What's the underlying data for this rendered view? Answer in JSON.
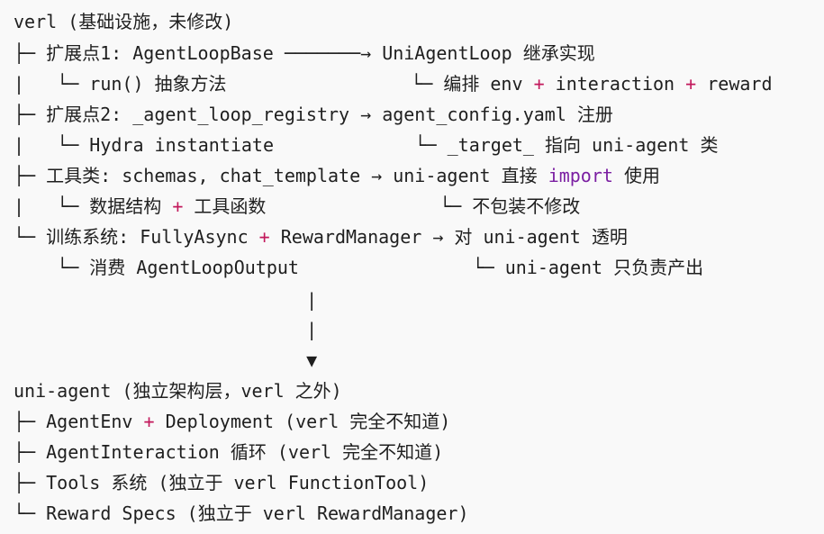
{
  "colors": {
    "text": "#1f1f1f",
    "operator": "#c2185b",
    "keyword": "#7b1fa2",
    "background": "#f9f9f9"
  },
  "lines": [
    {
      "segments": [
        {
          "t": "verl (基础设施，未修改)"
        }
      ]
    },
    {
      "segments": [
        {
          "t": "├─ 扩展点1: AgentLoopBase ───────→ UniAgentLoop 继承实现"
        }
      ]
    },
    {
      "segments": [
        {
          "t": "|   └─ run() 抽象方法                 └─ 编排 env "
        },
        {
          "t": "+",
          "c": "op"
        },
        {
          "t": " interaction "
        },
        {
          "t": "+",
          "c": "op"
        },
        {
          "t": " reward"
        }
      ]
    },
    {
      "segments": [
        {
          "t": "├─ 扩展点2: _agent_loop_registry → agent_config.yaml 注册"
        }
      ]
    },
    {
      "segments": [
        {
          "t": "|   └─ Hydra instantiate             └─ _target_ 指向 uni-agent 类"
        }
      ]
    },
    {
      "segments": [
        {
          "t": "├─ 工具类: schemas, chat_template → uni-agent 直接 "
        },
        {
          "t": "import",
          "c": "kw"
        },
        {
          "t": " 使用"
        }
      ]
    },
    {
      "segments": [
        {
          "t": "|   └─ 数据结构 "
        },
        {
          "t": "+",
          "c": "op"
        },
        {
          "t": " 工具函数                └─ 不包装不修改"
        }
      ]
    },
    {
      "segments": [
        {
          "t": "└─ 训练系统: FullyAsync "
        },
        {
          "t": "+",
          "c": "op"
        },
        {
          "t": " RewardManager → 对 uni-agent 透明"
        }
      ]
    },
    {
      "segments": [
        {
          "t": "    └─ 消费 AgentLoopOutput                └─ uni-agent 只负责产出"
        }
      ]
    },
    {
      "segments": [
        {
          "t": "                           |"
        }
      ]
    },
    {
      "segments": [
        {
          "t": "                           |"
        }
      ]
    },
    {
      "segments": [
        {
          "t": "                           ▼"
        }
      ]
    },
    {
      "segments": [
        {
          "t": "uni-agent (独立架构层，verl 之外)"
        }
      ]
    },
    {
      "segments": [
        {
          "t": "├─ AgentEnv "
        },
        {
          "t": "+",
          "c": "op"
        },
        {
          "t": " Deployment (verl 完全不知道)"
        }
      ]
    },
    {
      "segments": [
        {
          "t": "├─ AgentInteraction 循环 (verl 完全不知道)"
        }
      ]
    },
    {
      "segments": [
        {
          "t": "├─ Tools 系统 (独立于 verl FunctionTool)"
        }
      ]
    },
    {
      "segments": [
        {
          "t": "└─ Reward Specs (独立于 verl RewardManager)"
        }
      ]
    }
  ]
}
